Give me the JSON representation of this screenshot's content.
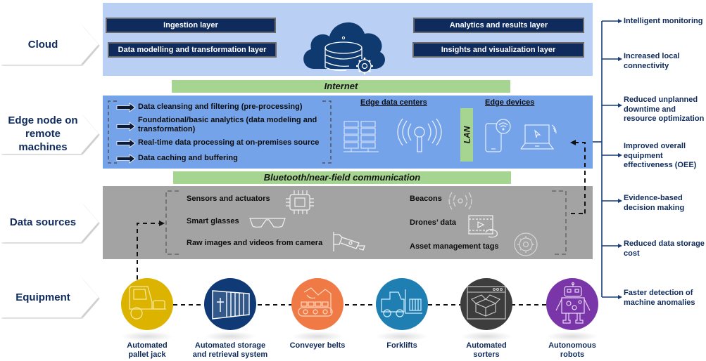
{
  "layers": {
    "cloud": "Cloud",
    "edge": "Edge node on remote machines",
    "data_sources": "Data sources",
    "equipment": "Equipment"
  },
  "cloud": {
    "boxes": [
      "Ingestion layer",
      "Data modelling and transformation layer",
      "Analytics and results layer",
      "Insights and visualization layer"
    ],
    "icon": "cloud-database-gear-icon"
  },
  "connections": {
    "internet": "Internet",
    "bluetooth": "Bluetooth/near-field communication",
    "lan": "LAN"
  },
  "edge": {
    "bullets": [
      "Data cleansing and filtering (pre-processing)",
      "Foundational/basic analytics (data modeling and transformation)",
      "Real-time data processing at on-premises source",
      "Data caching and buffering"
    ],
    "data_centers_heading": "Edge data centers",
    "devices_heading": "Edge devices",
    "icons": [
      "server-rack-icon",
      "antenna-icon",
      "smartphone-wifi-icon",
      "laptop-signal-icon"
    ]
  },
  "data_sources": {
    "left": [
      {
        "label": "Sensors and actuators",
        "icon": "chip-icon"
      },
      {
        "label": "Smart glasses",
        "icon": "glasses-icon"
      },
      {
        "label": "Raw images and videos from camera",
        "icon": "camera-icon"
      }
    ],
    "right": [
      {
        "label": "Beacons",
        "icon": "beacon-icon"
      },
      {
        "label": "Drones’ data",
        "icon": "video-touch-icon"
      },
      {
        "label": "Asset management tags",
        "icon": "gear-cycle-icon"
      }
    ]
  },
  "equipment": [
    {
      "label": "Automated pallet jack",
      "line1": "Automated",
      "line2": "pallet jack",
      "color": "#dcb400",
      "icon": "pallet-jack-icon"
    },
    {
      "label": "Automated storage and retrieval system",
      "line1": "Automated storage",
      "line2": "and retrieval system",
      "color": "#0f3a75",
      "icon": "container-icon"
    },
    {
      "label": "Conveyer belts",
      "line1": "Conveyer belts",
      "line2": "",
      "color": "#f07a45",
      "icon": "conveyor-icon"
    },
    {
      "label": "Forklifts",
      "line1": "Forklifts",
      "line2": "",
      "color": "#1f7fb3",
      "icon": "forklift-icon"
    },
    {
      "label": "Automated sorters",
      "line1": "Automated",
      "line2": "sorters",
      "color": "#3d3d3d",
      "icon": "sorter-box-icon"
    },
    {
      "label": "Autonomous robots",
      "line1": "Autonomous",
      "line2": "robots",
      "color": "#7a36a8",
      "icon": "robot-icon"
    }
  ],
  "benefits": [
    "Intelligent monitoring",
    "Increased local connectivity",
    "Reduced unplanned downtime and resource optimization",
    "Improved overall equipment effectiveness (OEE)",
    "Evidence-based decision making",
    "Reduced data storage cost",
    "Faster detection of machine anomalies"
  ],
  "colors": {
    "navy": "#0f2a5c",
    "cloud_panel": "#b9d0f4",
    "edge_panel": "#74a3ea",
    "data_panel": "#a3a3a3",
    "connection_green": "#a6d591"
  }
}
